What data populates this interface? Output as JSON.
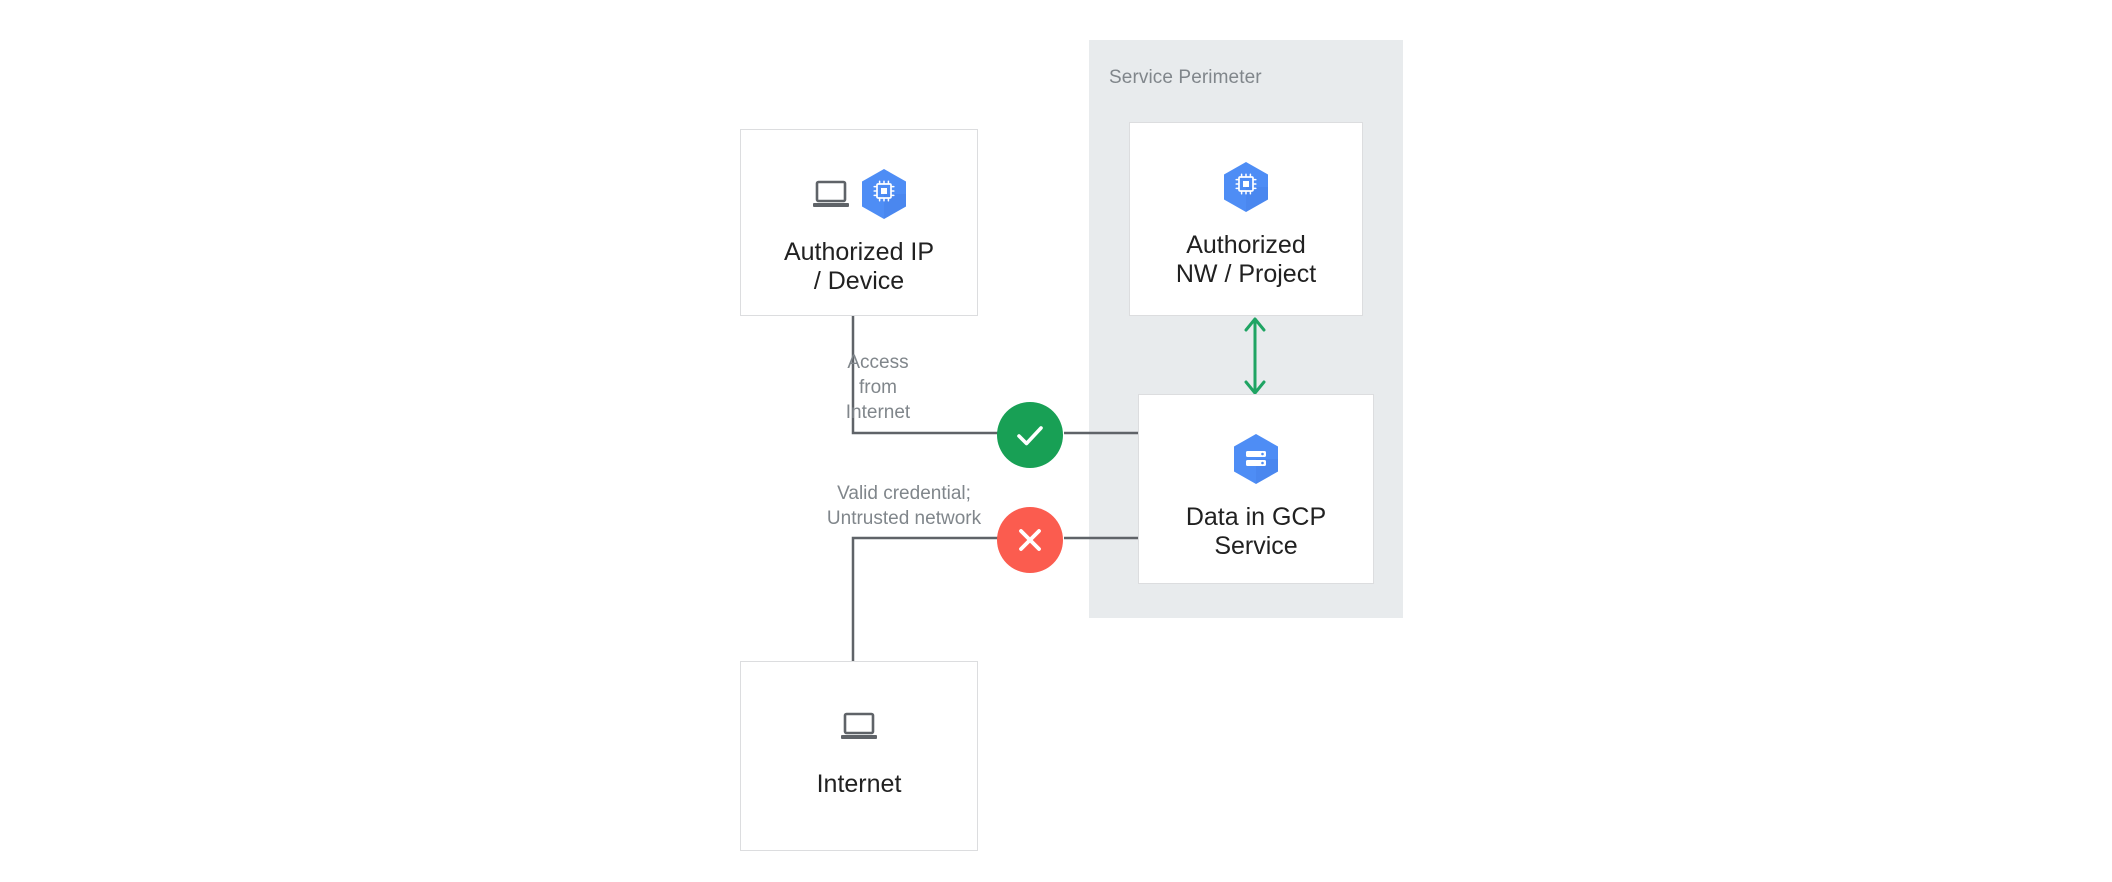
{
  "diagram": {
    "title": "GCP VPC Service Controls access diagram",
    "background": "#ffffff",
    "colors": {
      "perimeter_fill": "#e8ebed",
      "node_border": "#dcdddf",
      "node_fill": "#ffffff",
      "connector": "#5f6368",
      "allow_green": "#18a055",
      "deny_red": "#fb5c4f",
      "arrow_green": "#1fa463",
      "gcp_blue": "#4e8df5",
      "gcp_blue_shadow": "#3f7ae0",
      "icon_gray": "#5f6368",
      "label_gray": "#80868b",
      "node_text": "#212121"
    }
  },
  "perimeter": {
    "label": "Service Perimeter"
  },
  "nodes": [
    {
      "id": "authorized-ip",
      "label": "Authorized IP\n/ Device",
      "icons": [
        "laptop-icon",
        "compute-engine-icon"
      ]
    },
    {
      "id": "authorized-nw",
      "label": "Authorized\nNW / Project",
      "icons": [
        "compute-engine-icon"
      ]
    },
    {
      "id": "data-gcp",
      "label": "Data in GCP\nService",
      "icons": [
        "cloud-storage-icon"
      ]
    },
    {
      "id": "internet",
      "label": "Internet",
      "icons": [
        "laptop-icon"
      ]
    }
  ],
  "edge_labels": {
    "access_from_internet": "Access\nfrom\nInternet",
    "valid_credential": "Valid credential;\nUntrusted network"
  },
  "badges": [
    {
      "id": "allow",
      "icon": "check-icon",
      "color": "#18a055",
      "meaning": "allowed"
    },
    {
      "id": "deny",
      "icon": "x-icon",
      "color": "#fb5c4f",
      "meaning": "denied"
    }
  ]
}
